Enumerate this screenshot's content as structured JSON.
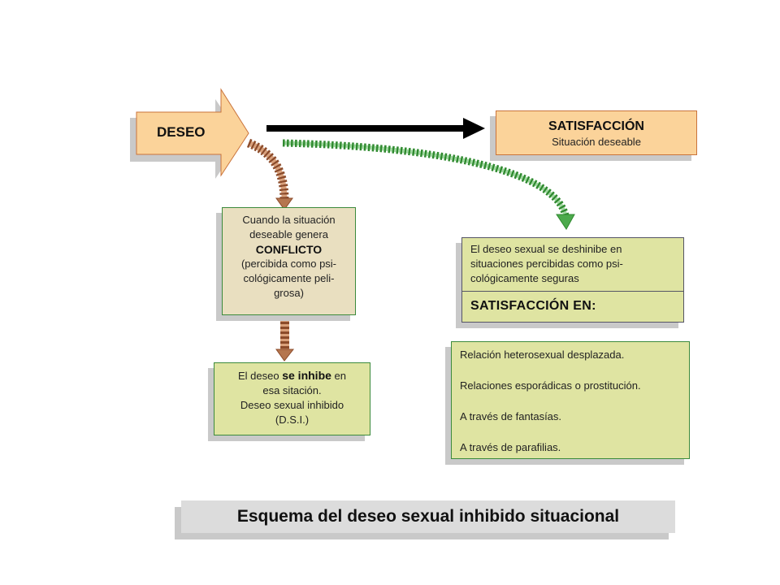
{
  "deseo": {
    "label": "DESEO"
  },
  "satisfaccion": {
    "title": "SATISFACCIÓN",
    "subtitle": "Situación deseable"
  },
  "conflicto": {
    "line1": "Cuando la situación",
    "line2": "deseable genera",
    "strong": "CONFLICTO",
    "line4": "(percibida como psi-",
    "line5": "cológicamente peli-",
    "line6": "grosa)"
  },
  "inhibe": {
    "pre": "El deseo ",
    "strong": "se inhibe",
    "post": " en",
    "line2": "esa sitación.",
    "line3": "Deseo sexual inhibido",
    "line4": "(D.S.I.)"
  },
  "deshinibe": {
    "line1": "El deseo sexual se deshinibe en",
    "line2": "situaciones percibidas como psi-",
    "line3": "cológicamente seguras",
    "heading": "SATISFACCIÓN EN:"
  },
  "formas": {
    "items": [
      "Relación heterosexual desplazada.",
      "Relaciones esporádicas o prostitución.",
      "A través de fantasías.",
      "A través de parafilias."
    ]
  },
  "title": "Esquema del deseo sexual inhibido situacional",
  "colors": {
    "deseo_fill": "#fbd39a",
    "deseo_border": "#c9733b",
    "brown_arrow": "#b5764f",
    "green_arrow": "#4caa4c",
    "box_green": "#dfe4a2",
    "box_beige": "#e9dfc0"
  }
}
